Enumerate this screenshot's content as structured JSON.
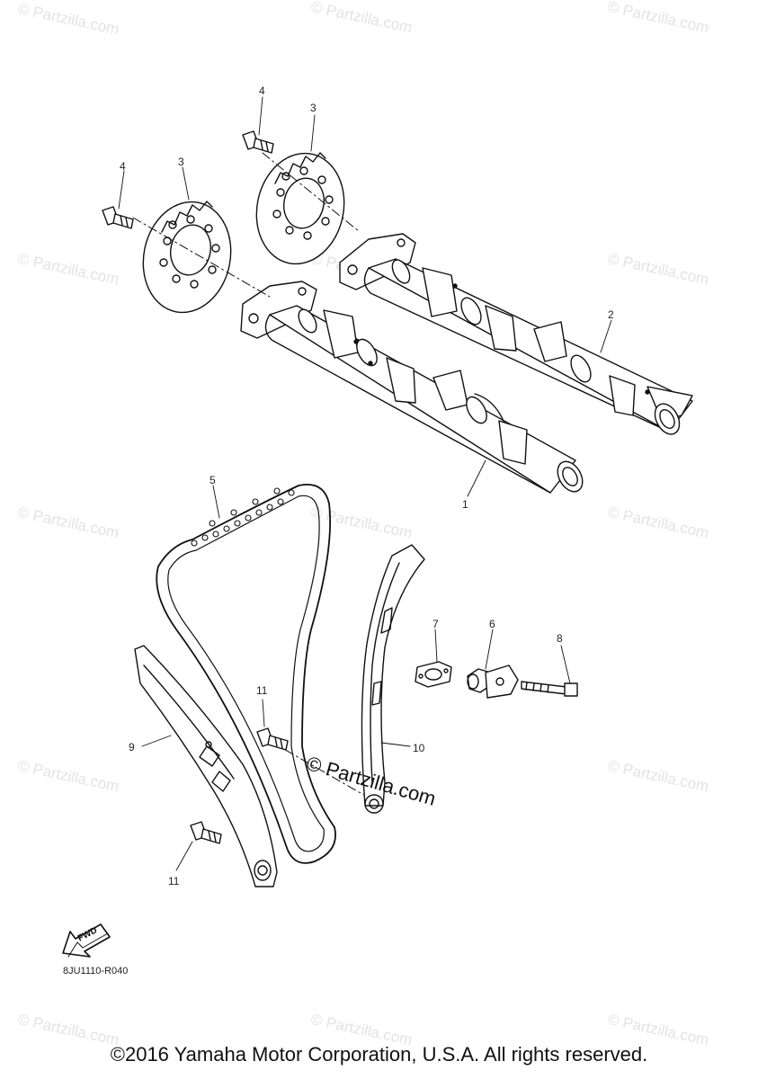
{
  "watermark": "© Partzilla.com",
  "center_watermark": "© Partzilla.com",
  "callouts": {
    "c1": "1",
    "c2": "2",
    "c3a": "3",
    "c3b": "3",
    "c4a": "4",
    "c4b": "4",
    "c5": "5",
    "c6": "6",
    "c7": "7",
    "c8": "8",
    "c9": "9",
    "c10": "10",
    "c11a": "11",
    "c11b": "11"
  },
  "fwd_label": "FWD",
  "drawing_code": "8JU1110-R040",
  "copyright": "©2016 Yamaha Motor Corporation, U.S.A. All rights reserved."
}
